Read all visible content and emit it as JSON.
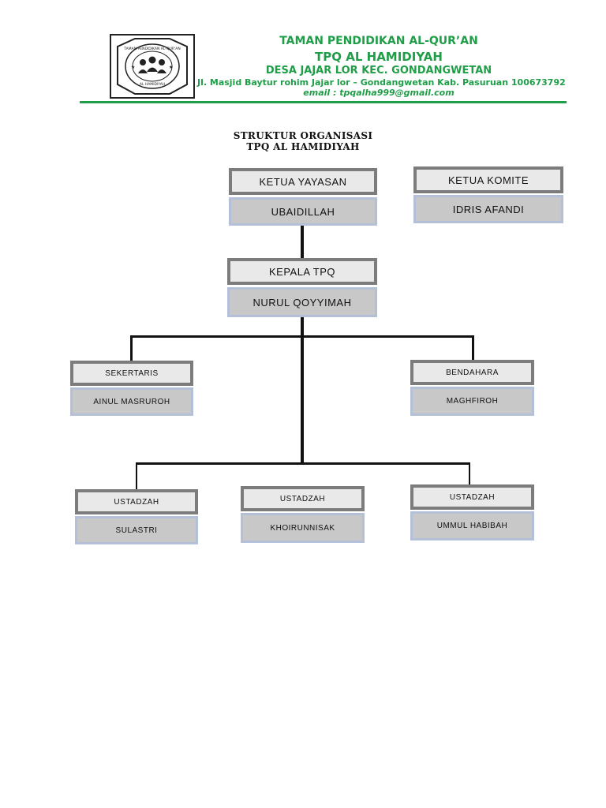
{
  "header": {
    "line1": "TAMAN PENDIDIKAN AL-QUR’AN",
    "line2": "TPQ AL HAMIDIYAH",
    "line3": "DESA JAJAR LOR KEC. GONDANGWETAN",
    "address": "Jl. Masjid Baytur rohim Jajar lor – Gondangwetan Kab. Pasuruan 100673792",
    "email": "email : tpqalha999@gmail.com",
    "logo_text_top": "TAMAN PENDIDIKAN AL-QUR'AN",
    "logo_text_bottom": "AL HAMIDIYAH",
    "brand_color": "#1f9e48"
  },
  "title": {
    "line1": "STRUKTUR ORGANISASI",
    "line2": "TPQ AL HAMIDIYAH"
  },
  "org": {
    "ketua_yayasan": {
      "role": "KETUA YAYASAN",
      "name": "UBAIDILLAH"
    },
    "ketua_komite": {
      "role": "KETUA KOMITE",
      "name": "IDRIS AFANDI"
    },
    "kepala": {
      "role": "KEPALA TPQ",
      "name": "NURUL  QOYYIMAH"
    },
    "sekertaris": {
      "role": "SEKERTARIS",
      "name": "AINUL MASRUROH"
    },
    "bendahara": {
      "role": "BENDAHARA",
      "name": "MAGHFIROH"
    },
    "ustadzah": [
      {
        "role": "USTADZAH",
        "name": "SULASTRI"
      },
      {
        "role": "USTADZAH",
        "name": "KHOIRUNNISAK"
      },
      {
        "role": "USTADZAH",
        "name": "UMMUL HABIBAH"
      }
    ]
  }
}
